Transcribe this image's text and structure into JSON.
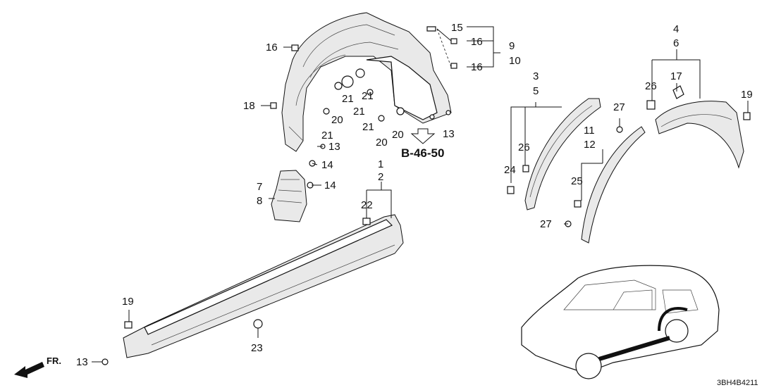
{
  "diagram": {
    "reference_label": "B-46-50",
    "diagram_code": "3BH4B4211",
    "direction_label": "FR.",
    "callouts": {
      "c1": "1",
      "c2": "2",
      "c3": "3",
      "c4": "4",
      "c5": "5",
      "c6": "6",
      "c7": "7",
      "c8": "8",
      "c9": "9",
      "c10": "10",
      "c11": "11",
      "c12": "12",
      "c13a": "13",
      "c13b": "13",
      "c13c": "13",
      "c14a": "14",
      "c14b": "14",
      "c15": "15",
      "c16a": "16",
      "c16b": "16",
      "c16c": "16",
      "c17": "17",
      "c18": "18",
      "c19a": "19",
      "c19b": "19",
      "c20a": "20",
      "c20b": "20",
      "c20c": "20",
      "c21a": "21",
      "c21b": "21",
      "c21c": "21",
      "c21d": "21",
      "c22": "22",
      "c23": "23",
      "c24": "24",
      "c25": "25",
      "c26a": "26",
      "c26b": "26",
      "c27a": "27",
      "c27b": "27"
    }
  }
}
